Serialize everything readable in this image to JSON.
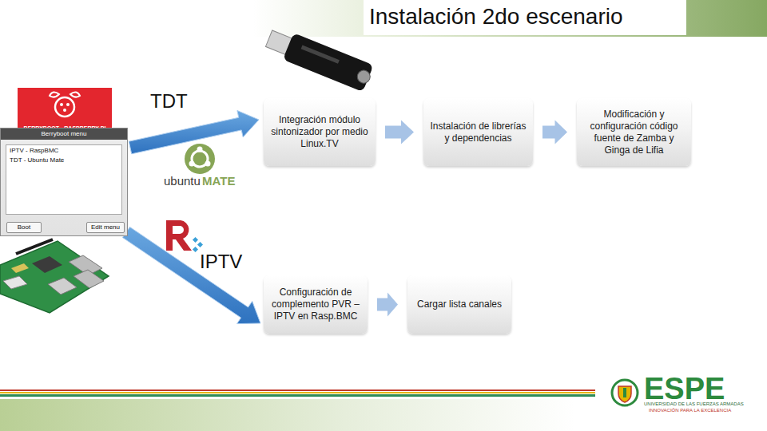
{
  "diagram": {
    "title": "Instalación 2do escenario",
    "nodes": [
      {
        "text": [
          "BERRYBOOT - RASPBERRY PI"
        ]
      },
      {
        "text": [
          "Berryboot menu",
          "IPTV - RaspBMC",
          "TDT - Ubuntu Mate",
          "Boot",
          "Edit menu"
        ]
      },
      {
        "text": [
          "Integración módulo sintonizador por medio Linux.TV"
        ]
      },
      {
        "text": [
          "Instalación de librerías y dependencias"
        ]
      },
      {
        "text": [
          "Modificación y configuración código fuente de Zamba y Ginga de Lifia"
        ]
      },
      {
        "text": [
          "Configuración de complemento PVR – IPTV en Rasp.BMC"
        ]
      },
      {
        "text": [
          "Cargar lista canales"
        ]
      }
    ],
    "edges": [
      {
        "from": 1,
        "to": 2,
        "arrow": "to"
      },
      {
        "from": 2,
        "to": 3,
        "arrow": "to"
      },
      {
        "from": 3,
        "to": 4,
        "arrow": "to"
      },
      {
        "from": 1,
        "to": 5,
        "arrow": "to"
      },
      {
        "from": 5,
        "to": 6,
        "arrow": "to"
      }
    ],
    "labels": [
      "TDT",
      "IPTV",
      "ubuntu",
      "MATE",
      "ESPE",
      "UNIVERSIDAD DE LAS FUERZAS ARMADAS",
      "INNOVACIÓN PARA LA EXCELENCIA"
    ]
  }
}
